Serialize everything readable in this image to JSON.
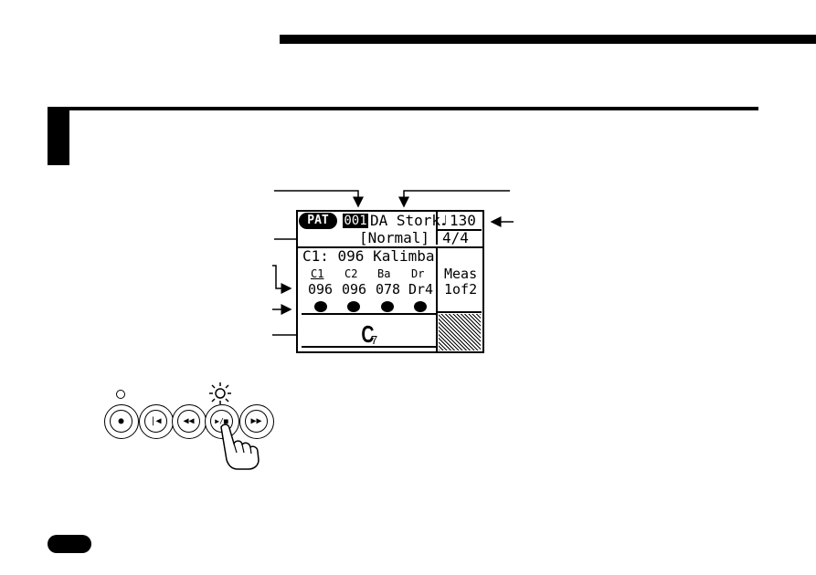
{
  "lcd": {
    "mode_badge": "PAT",
    "pattern_number": "001",
    "pattern_name": "DA Stork",
    "tempo_symbol": "♩",
    "tempo_value": "130",
    "style": "[Normal]",
    "time_signature": "4/4",
    "channel_line": "C1: 096 Kalimba",
    "tracks": [
      {
        "label": "C1",
        "value": "096"
      },
      {
        "label": "C2",
        "value": "096"
      },
      {
        "label": "Ba",
        "value": "078"
      },
      {
        "label": "Dr",
        "value": "Dr4"
      }
    ],
    "measure_label": "Meas",
    "measure_value": "1of2",
    "chord_root": "C",
    "chord_type": "7"
  },
  "buttons": [
    {
      "name": "record-button",
      "icon": "record-icon",
      "glyph": "●"
    },
    {
      "name": "top-button",
      "icon": "skip-to-start-icon",
      "glyph": "|◀"
    },
    {
      "name": "rewind-button",
      "icon": "rewind-icon",
      "glyph": "◀◀"
    },
    {
      "name": "play-stop-button",
      "icon": "play-stop-icon",
      "glyph": "▶/■"
    },
    {
      "name": "fast-forward-button",
      "icon": "fast-forward-icon",
      "glyph": "▶▶"
    }
  ]
}
